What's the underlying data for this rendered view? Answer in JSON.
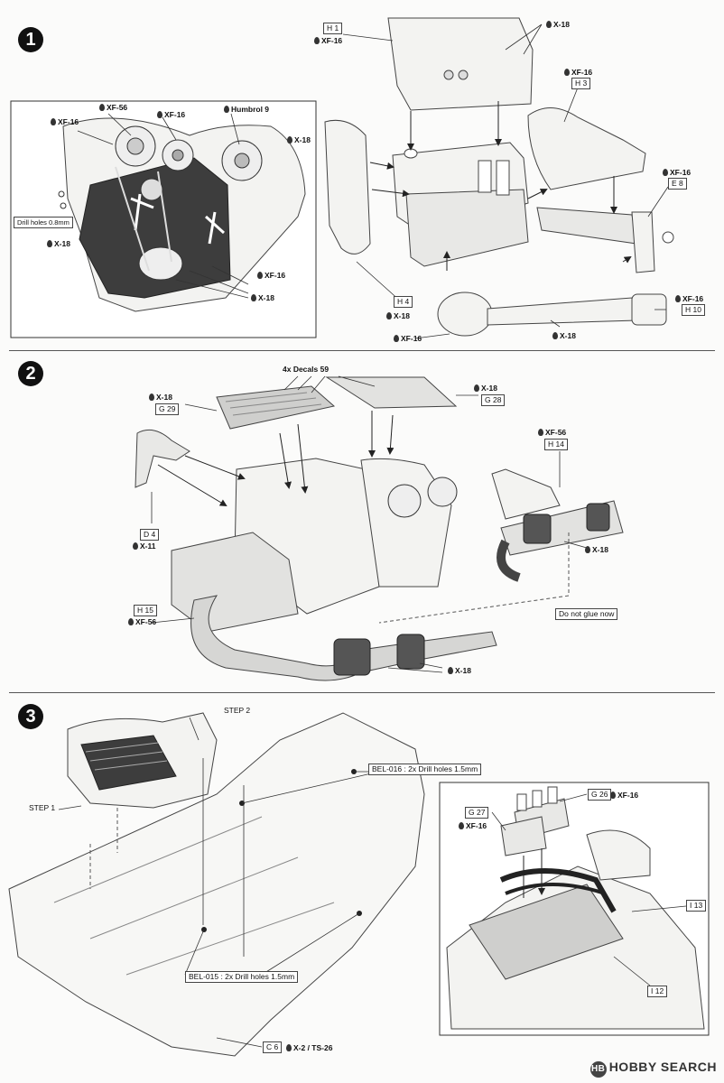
{
  "steps": {
    "s1": "1",
    "s2": "2",
    "s3": "3"
  },
  "step1": {
    "inset": {
      "xf16_a": "XF-16",
      "xf56": "XF-56",
      "xf16_b": "XF-16",
      "humbrol": "Humbrol 9",
      "x18_a": "X-18",
      "drill": "Drill holes 0.8mm",
      "x18_b": "X-18",
      "xf16_c": "XF-16",
      "x18_c": "X-18"
    },
    "parts": {
      "h1": "H 1",
      "h1_paint": "XF-16",
      "h1_paint2": "X-18",
      "h3": "H 3",
      "h3_paint": "XF-16",
      "e8": "E 8",
      "e8_paint": "XF-16",
      "h4": "H 4",
      "h4_paint": "X-18",
      "h4_paint2": "XF-16",
      "h10": "H 10",
      "h10_paint": "XF-16",
      "h10_paint2": "X-18"
    }
  },
  "step2": {
    "decals": "4x Decals 59",
    "g28": "G 28",
    "g28_paint": "X-18",
    "g29": "G 29",
    "g29_paint": "X-18",
    "h14": "H 14",
    "h14_paint": "XF-56",
    "d4": "D 4",
    "d4_paint": "X-11",
    "h15": "H 15",
    "h15_paint": "XF-56",
    "x18_a": "X-18",
    "x18_b": "X-18",
    "noglue": "Do not glue now"
  },
  "step3": {
    "step2_label": "STEP 2",
    "step1_label": "STEP 1",
    "bel016": "BEL-016 : 2x Drill holes 1.5mm",
    "bel015": "BEL-015 : 2x Drill holes 1.5mm",
    "g26": "G 26",
    "g26_paint": "XF-16",
    "g27": "G 27",
    "g27_paint": "XF-16",
    "i13": "I 13",
    "i12": "I 12",
    "c6": "C 6",
    "c6_paint": "X-2 / TS-26"
  },
  "watermark": {
    "badge": "HB",
    "text": "HOBBY SEARCH"
  },
  "colors": {
    "line": "#333333",
    "dark_fill": "#3d3d3d",
    "part_fill": "#f1f1ef",
    "shade": "#c8c8c6"
  }
}
